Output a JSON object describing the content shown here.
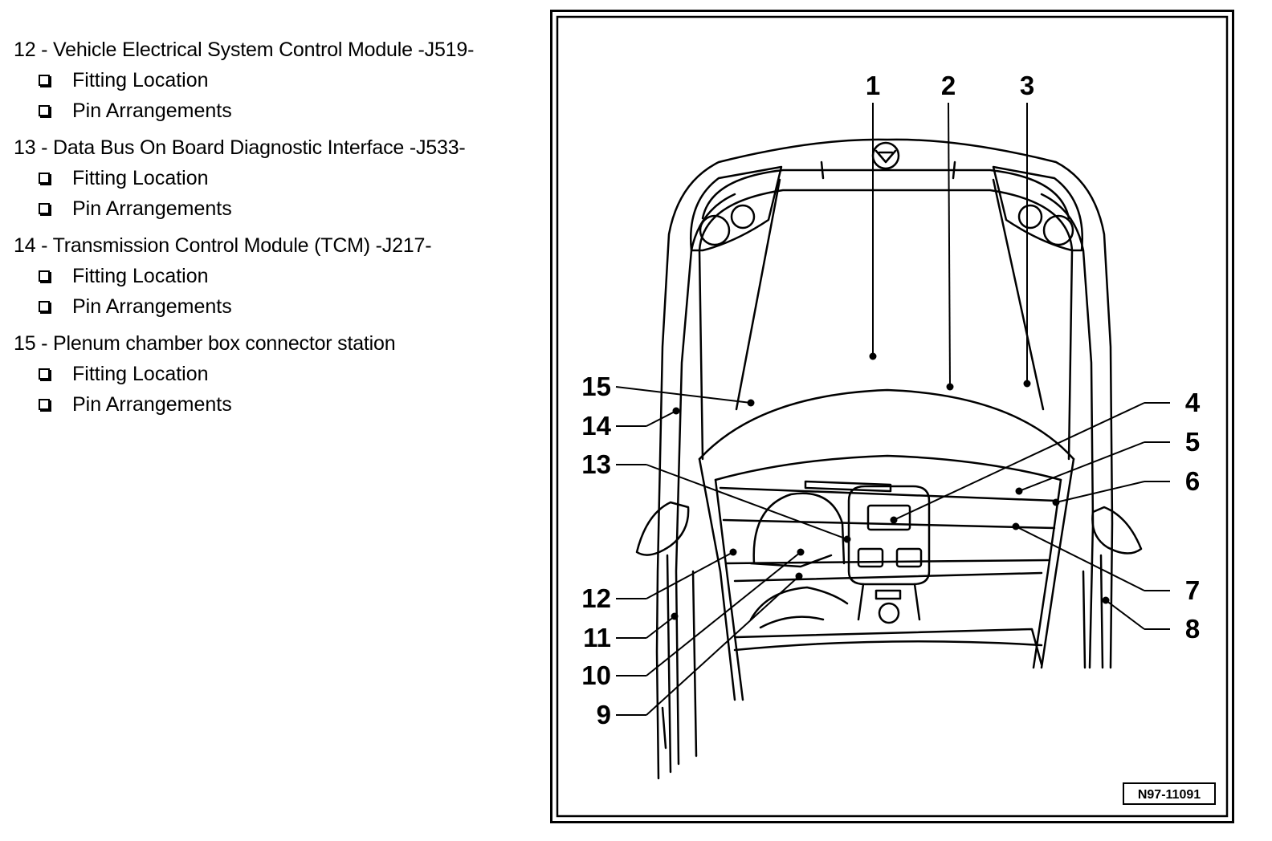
{
  "items": [
    {
      "num": "12",
      "title": "Vehicle Electrical System Control Module -J519-",
      "subs": [
        "Fitting Location",
        "Pin Arrangements"
      ]
    },
    {
      "num": "13",
      "title": "Data Bus On Board Diagnostic Interface -J533-",
      "subs": [
        "Fitting Location",
        "Pin Arrangements"
      ]
    },
    {
      "num": "14",
      "title": "Transmission Control Module (TCM) -J217-",
      "subs": [
        "Fitting Location",
        "Pin Arrangements"
      ]
    },
    {
      "num": "15",
      "title": "Plenum chamber box connector station",
      "subs": [
        "Fitting Location",
        "Pin Arrangements"
      ]
    }
  ],
  "figure": {
    "callouts": [
      "1",
      "2",
      "3",
      "4",
      "5",
      "6",
      "7",
      "8",
      "9",
      "10",
      "11",
      "12",
      "13",
      "14",
      "15"
    ],
    "figure_id": "N97-11091"
  },
  "separator": " - "
}
